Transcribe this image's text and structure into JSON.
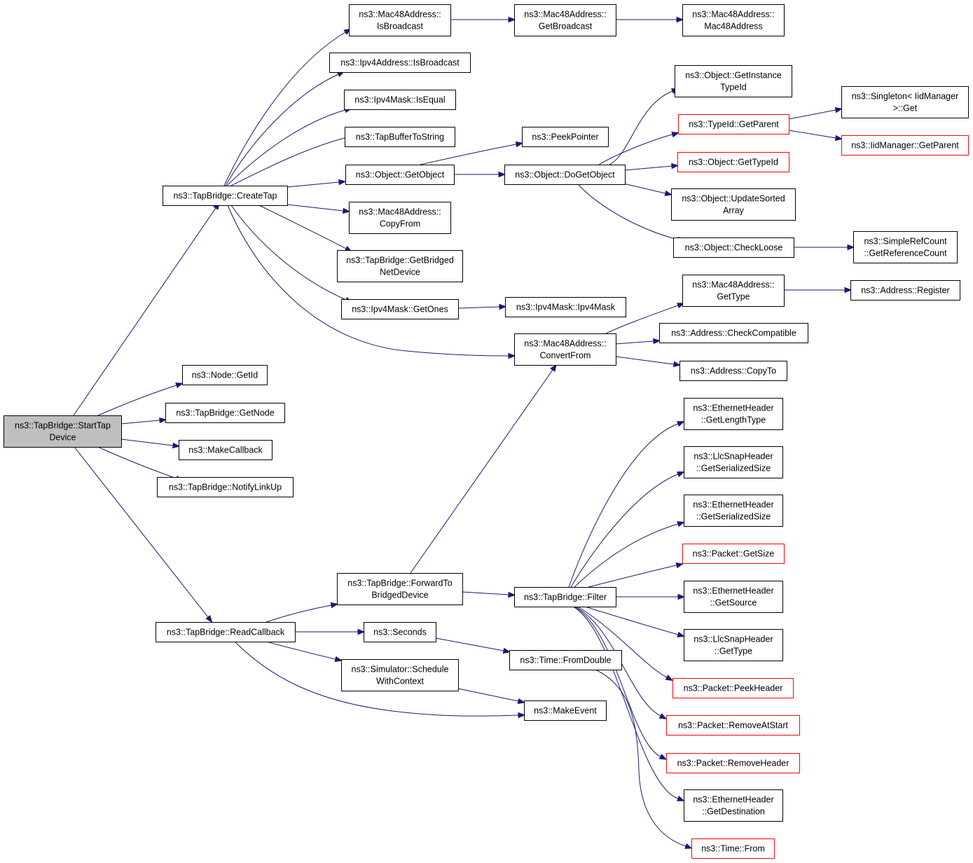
{
  "graph": {
    "colors": {
      "edge": "#191970",
      "root_fill": "#bfbfbf",
      "normal_border": "#000000",
      "truncated_border": "#ff0000"
    },
    "nodes": [
      {
        "id": "start",
        "lines": [
          "ns3::TapBridge::StartTap",
          "Device"
        ],
        "style": "root"
      },
      {
        "id": "createtap",
        "lines": [
          "ns3::TapBridge::CreateTap"
        ]
      },
      {
        "id": "getid",
        "lines": [
          "ns3::Node::GetId"
        ]
      },
      {
        "id": "getnode",
        "lines": [
          "ns3::TapBridge::GetNode"
        ]
      },
      {
        "id": "makecallback",
        "lines": [
          "ns3::MakeCallback"
        ]
      },
      {
        "id": "notifylinkup",
        "lines": [
          "ns3::TapBridge::NotifyLinkUp"
        ]
      },
      {
        "id": "readcallback",
        "lines": [
          "ns3::TapBridge::ReadCallback"
        ]
      },
      {
        "id": "mac_isbroadcast",
        "lines": [
          "ns3::Mac48Address::",
          "IsBroadcast"
        ]
      },
      {
        "id": "ipv4addr_isbroadcast",
        "lines": [
          "ns3::Ipv4Address::IsBroadcast"
        ]
      },
      {
        "id": "ipv4mask_isequal",
        "lines": [
          "ns3::Ipv4Mask::IsEqual"
        ]
      },
      {
        "id": "tapbuffertostring",
        "lines": [
          "ns3::TapBufferToString"
        ]
      },
      {
        "id": "object_getobject",
        "lines": [
          "ns3::Object::GetObject"
        ]
      },
      {
        "id": "mac_copyfrom",
        "lines": [
          "ns3::Mac48Address::",
          "CopyFrom"
        ]
      },
      {
        "id": "getbridgednetdevice",
        "lines": [
          "ns3::TapBridge::GetBridged",
          "NetDevice"
        ]
      },
      {
        "id": "ipv4mask_getones",
        "lines": [
          "ns3::Ipv4Mask::GetOnes"
        ]
      },
      {
        "id": "forwardtobridged",
        "lines": [
          "ns3::TapBridge::ForwardTo",
          "BridgedDevice"
        ]
      },
      {
        "id": "seconds",
        "lines": [
          "ns3::Seconds"
        ]
      },
      {
        "id": "schedulewithcontext",
        "lines": [
          "ns3::Simulator::Schedule",
          "WithContext"
        ]
      },
      {
        "id": "mac_getbroadcast",
        "lines": [
          "ns3::Mac48Address::",
          "GetBroadcast"
        ]
      },
      {
        "id": "peekpointer",
        "lines": [
          "ns3::PeekPointer"
        ]
      },
      {
        "id": "dogetobject",
        "lines": [
          "ns3::Object::DoGetObject"
        ]
      },
      {
        "id": "ipv4mask_ctor",
        "lines": [
          "ns3::Ipv4Mask::Ipv4Mask"
        ]
      },
      {
        "id": "mac_convertfrom",
        "lines": [
          "ns3::Mac48Address::",
          "ConvertFrom"
        ]
      },
      {
        "id": "filter",
        "lines": [
          "ns3::TapBridge::Filter"
        ]
      },
      {
        "id": "time_fromdouble",
        "lines": [
          "ns3::Time::FromDouble"
        ]
      },
      {
        "id": "makeevent",
        "lines": [
          "ns3::MakeEvent"
        ]
      },
      {
        "id": "mac_ctor",
        "lines": [
          "ns3::Mac48Address::",
          "Mac48Address"
        ]
      },
      {
        "id": "getinstancetypeid",
        "lines": [
          "ns3::Object::GetInstance",
          "TypeId"
        ]
      },
      {
        "id": "typeid_getparent",
        "lines": [
          "ns3::TypeId::GetParent"
        ],
        "style": "red"
      },
      {
        "id": "object_gettypeid",
        "lines": [
          "ns3::Object::GetTypeId"
        ],
        "style": "red"
      },
      {
        "id": "updatesortedarray",
        "lines": [
          "ns3::Object::UpdateSorted",
          "Array"
        ]
      },
      {
        "id": "checkloose",
        "lines": [
          "ns3::Object::CheckLoose"
        ]
      },
      {
        "id": "mac_gettype",
        "lines": [
          "ns3::Mac48Address::",
          "GetType"
        ]
      },
      {
        "id": "checkcompatible",
        "lines": [
          "ns3::Address::CheckCompatible"
        ]
      },
      {
        "id": "copyto",
        "lines": [
          "ns3::Address::CopyTo"
        ]
      },
      {
        "id": "eth_getlengthtype",
        "lines": [
          "ns3::EthernetHeader",
          "::GetLengthType"
        ]
      },
      {
        "id": "llc_getserializedsize",
        "lines": [
          "ns3::LlcSnapHeader",
          "::GetSerializedSize"
        ]
      },
      {
        "id": "eth_getserializedsize",
        "lines": [
          "ns3::EthernetHeader",
          "::GetSerializedSize"
        ]
      },
      {
        "id": "packet_getsize",
        "lines": [
          "ns3::Packet::GetSize"
        ],
        "style": "red"
      },
      {
        "id": "eth_getsource",
        "lines": [
          "ns3::EthernetHeader",
          "::GetSource"
        ]
      },
      {
        "id": "llc_gettype",
        "lines": [
          "ns3::LlcSnapHeader",
          "::GetType"
        ]
      },
      {
        "id": "packet_peekheader",
        "lines": [
          "ns3::Packet::PeekHeader"
        ],
        "style": "red"
      },
      {
        "id": "packet_removeatstart",
        "lines": [
          "ns3::Packet::RemoveAtStart"
        ],
        "style": "red"
      },
      {
        "id": "packet_removeheader",
        "lines": [
          "ns3::Packet::RemoveHeader"
        ],
        "style": "red"
      },
      {
        "id": "eth_getdestination",
        "lines": [
          "ns3::EthernetHeader",
          "::GetDestination"
        ]
      },
      {
        "id": "time_from",
        "lines": [
          "ns3::Time::From"
        ],
        "style": "red"
      },
      {
        "id": "singleton_get",
        "lines": [
          "ns3::Singleton< IidManager",
          ">::Get"
        ]
      },
      {
        "id": "iidmanager_getparent",
        "lines": [
          "ns3::IidManager::GetParent"
        ],
        "style": "red"
      },
      {
        "id": "simplerefcount",
        "lines": [
          "ns3::SimpleRefCount",
          "::GetReferenceCount"
        ]
      },
      {
        "id": "address_register",
        "lines": [
          "ns3::Address::Register"
        ]
      }
    ],
    "edges": [
      [
        "start",
        "createtap"
      ],
      [
        "start",
        "getid"
      ],
      [
        "start",
        "getnode"
      ],
      [
        "start",
        "makecallback"
      ],
      [
        "start",
        "notifylinkup"
      ],
      [
        "start",
        "readcallback"
      ],
      [
        "createtap",
        "mac_isbroadcast"
      ],
      [
        "createtap",
        "ipv4addr_isbroadcast"
      ],
      [
        "createtap",
        "ipv4mask_isequal"
      ],
      [
        "createtap",
        "tapbuffertostring"
      ],
      [
        "createtap",
        "object_getobject"
      ],
      [
        "createtap",
        "mac_copyfrom"
      ],
      [
        "createtap",
        "getbridgednetdevice"
      ],
      [
        "createtap",
        "ipv4mask_getones"
      ],
      [
        "createtap",
        "mac_convertfrom"
      ],
      [
        "mac_isbroadcast",
        "mac_getbroadcast"
      ],
      [
        "mac_getbroadcast",
        "mac_ctor"
      ],
      [
        "object_getobject",
        "peekpointer"
      ],
      [
        "object_getobject",
        "dogetobject"
      ],
      [
        "dogetobject",
        "getinstancetypeid"
      ],
      [
        "dogetobject",
        "typeid_getparent"
      ],
      [
        "dogetobject",
        "object_gettypeid"
      ],
      [
        "dogetobject",
        "updatesortedarray"
      ],
      [
        "dogetobject",
        "checkloose"
      ],
      [
        "typeid_getparent",
        "singleton_get"
      ],
      [
        "typeid_getparent",
        "iidmanager_getparent"
      ],
      [
        "checkloose",
        "simplerefcount"
      ],
      [
        "ipv4mask_getones",
        "ipv4mask_ctor"
      ],
      [
        "mac_convertfrom",
        "mac_gettype"
      ],
      [
        "mac_convertfrom",
        "checkcompatible"
      ],
      [
        "mac_convertfrom",
        "copyto"
      ],
      [
        "mac_gettype",
        "address_register"
      ],
      [
        "readcallback",
        "forwardtobridged"
      ],
      [
        "readcallback",
        "seconds"
      ],
      [
        "readcallback",
        "schedulewithcontext"
      ],
      [
        "readcallback",
        "makeevent"
      ],
      [
        "forwardtobridged",
        "mac_convertfrom"
      ],
      [
        "forwardtobridged",
        "filter"
      ],
      [
        "seconds",
        "time_fromdouble"
      ],
      [
        "time_fromdouble",
        "time_from"
      ],
      [
        "schedulewithcontext",
        "makeevent"
      ],
      [
        "filter",
        "eth_getlengthtype"
      ],
      [
        "filter",
        "llc_getserializedsize"
      ],
      [
        "filter",
        "eth_getserializedsize"
      ],
      [
        "filter",
        "packet_getsize"
      ],
      [
        "filter",
        "eth_getsource"
      ],
      [
        "filter",
        "llc_gettype"
      ],
      [
        "filter",
        "packet_peekheader"
      ],
      [
        "filter",
        "packet_removeatstart"
      ],
      [
        "filter",
        "packet_removeheader"
      ],
      [
        "filter",
        "eth_getdestination"
      ]
    ]
  }
}
